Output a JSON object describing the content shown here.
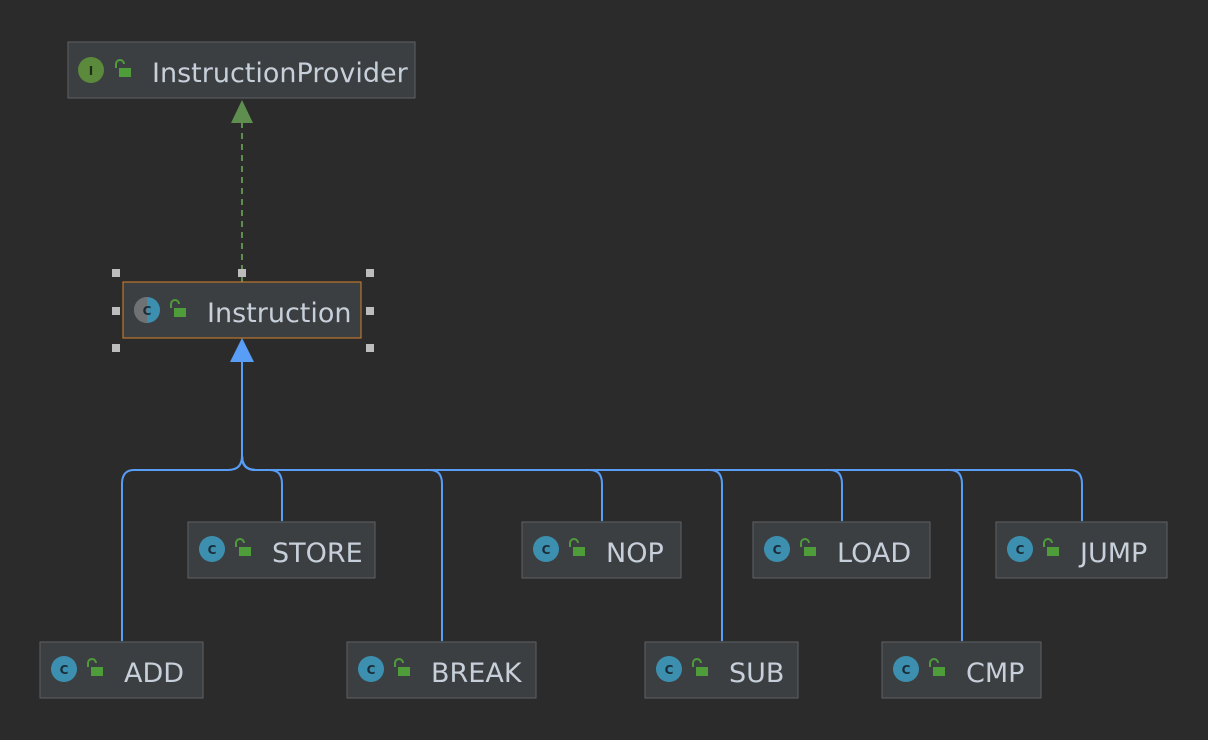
{
  "diagram": {
    "nodes": [
      {
        "id": "instruction-provider",
        "label": "InstructionProvider",
        "kind": "interface"
      },
      {
        "id": "instruction",
        "label": "Instruction",
        "kind": "abstract-class",
        "selected": true
      },
      {
        "id": "store",
        "label": "STORE",
        "kind": "class"
      },
      {
        "id": "nop",
        "label": "NOP",
        "kind": "class"
      },
      {
        "id": "load",
        "label": "LOAD",
        "kind": "class"
      },
      {
        "id": "jump",
        "label": "JUMP",
        "kind": "class"
      },
      {
        "id": "add",
        "label": "ADD",
        "kind": "class"
      },
      {
        "id": "break",
        "label": "BREAK",
        "kind": "class"
      },
      {
        "id": "sub",
        "label": "SUB",
        "kind": "class"
      },
      {
        "id": "cmp",
        "label": "CMP",
        "kind": "class"
      }
    ],
    "edges": [
      {
        "from": "instruction",
        "to": "instruction-provider",
        "type": "implements"
      },
      {
        "from": "add",
        "to": "instruction",
        "type": "extends"
      },
      {
        "from": "store",
        "to": "instruction",
        "type": "extends"
      },
      {
        "from": "break",
        "to": "instruction",
        "type": "extends"
      },
      {
        "from": "nop",
        "to": "instruction",
        "type": "extends"
      },
      {
        "from": "sub",
        "to": "instruction",
        "type": "extends"
      },
      {
        "from": "load",
        "to": "instruction",
        "type": "extends"
      },
      {
        "from": "cmp",
        "to": "instruction",
        "type": "extends"
      },
      {
        "from": "jump",
        "to": "instruction",
        "type": "extends"
      }
    ],
    "icons": {
      "interface": {
        "letter": "I",
        "color": "#5b8a3c"
      },
      "class": {
        "letter": "C",
        "color": "#3d8fb0"
      },
      "abstract-class": {
        "letter": "C",
        "color": "#3d8fb0"
      },
      "public": {
        "color": "#4f9c3a"
      }
    },
    "colors": {
      "background": "#2b2b2b",
      "node_fill": "#3c3f41",
      "node_border": "#5d6063",
      "selected_border": "#d9822b",
      "label": "#c7d0da",
      "extends_edge": "#589df6",
      "implements_edge": "#5f8f4e"
    }
  }
}
